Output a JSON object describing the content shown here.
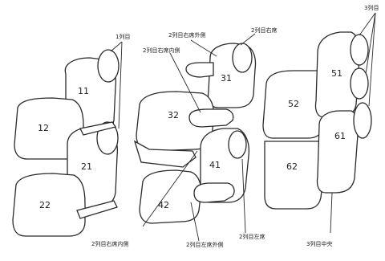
{
  "labels": {
    "row1": "1列目",
    "row2_right_outer": "2列目右席外側",
    "row2_right": "2列目右席",
    "row2_right_inner": "2列目右席内側",
    "row3": "3列目",
    "row2_left": "2列目左席",
    "row2_right_inner_bottom": "2列目右席内側",
    "row2_left_outer": "2列目左席外側",
    "row3_center": "3列目中央"
  },
  "parts": {
    "p11": "11",
    "p12": "12",
    "p21": "21",
    "p22": "22",
    "p31": "31",
    "p32": "32",
    "p41": "41",
    "p42": "42",
    "p51": "51",
    "p52": "52",
    "p61": "61",
    "p62": "62"
  }
}
